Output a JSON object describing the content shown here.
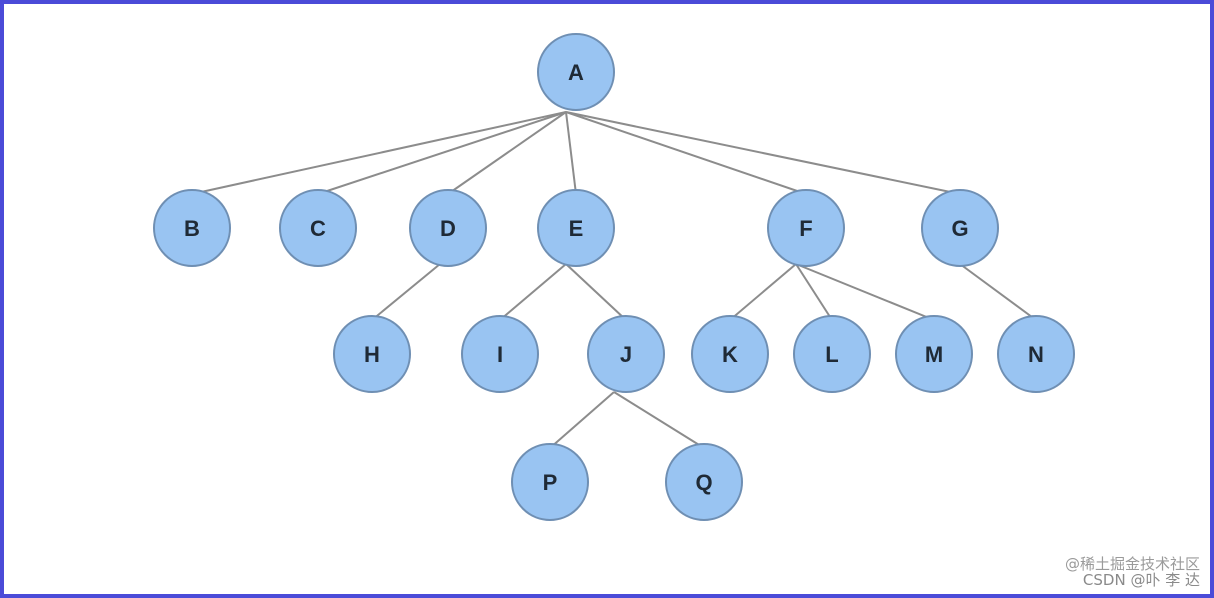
{
  "colors": {
    "border": "#4b4bd8",
    "node_fill": "#99c4f2",
    "node_stroke": "#6f8fb3",
    "edge": "#8c8c8c",
    "label": "#1f2a36"
  },
  "tree": {
    "nodes": [
      {
        "id": "A",
        "label": "A"
      },
      {
        "id": "B",
        "label": "B"
      },
      {
        "id": "C",
        "label": "C"
      },
      {
        "id": "D",
        "label": "D"
      },
      {
        "id": "E",
        "label": "E"
      },
      {
        "id": "F",
        "label": "F"
      },
      {
        "id": "G",
        "label": "G"
      },
      {
        "id": "H",
        "label": "H"
      },
      {
        "id": "I",
        "label": "I"
      },
      {
        "id": "J",
        "label": "J"
      },
      {
        "id": "K",
        "label": "K"
      },
      {
        "id": "L",
        "label": "L"
      },
      {
        "id": "M",
        "label": "M"
      },
      {
        "id": "N",
        "label": "N"
      },
      {
        "id": "P",
        "label": "P"
      },
      {
        "id": "Q",
        "label": "Q"
      }
    ],
    "edges": [
      [
        "A",
        "B"
      ],
      [
        "A",
        "C"
      ],
      [
        "A",
        "D"
      ],
      [
        "A",
        "E"
      ],
      [
        "A",
        "F"
      ],
      [
        "A",
        "G"
      ],
      [
        "D",
        "H"
      ],
      [
        "E",
        "I"
      ],
      [
        "E",
        "J"
      ],
      [
        "F",
        "K"
      ],
      [
        "F",
        "L"
      ],
      [
        "F",
        "M"
      ],
      [
        "G",
        "N"
      ],
      [
        "J",
        "P"
      ],
      [
        "J",
        "Q"
      ]
    ]
  },
  "watermark": {
    "line1": "@稀土掘金技术社区",
    "line2": "CSDN @卟 李 达"
  }
}
